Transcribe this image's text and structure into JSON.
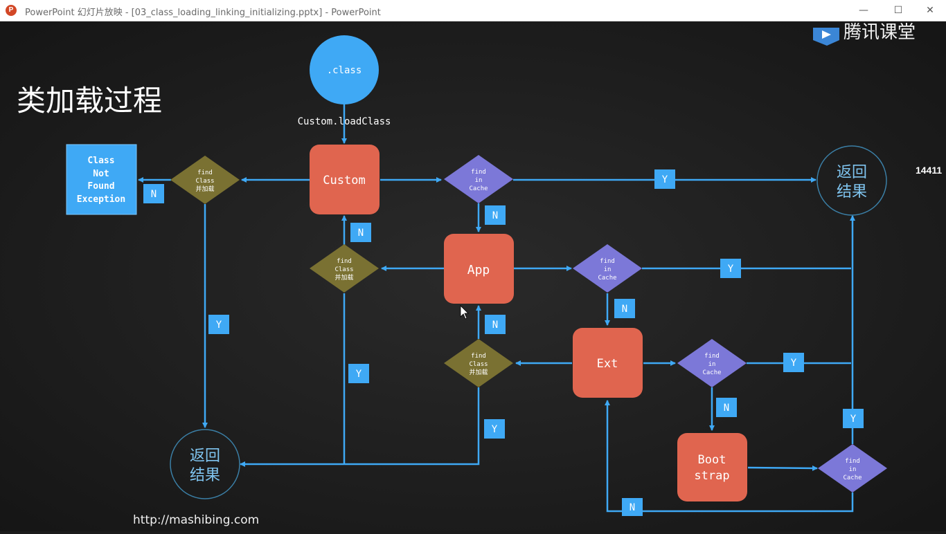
{
  "window": {
    "title": "PowerPoint 幻灯片放映 - [03_class_loading_linking_initializing.pptx] - PowerPoint",
    "app_icon": "powerpoint-icon",
    "minimize": "—",
    "maximize": "☐",
    "close": "✕"
  },
  "slide": {
    "title": "类加载过程",
    "brand": "腾讯课堂",
    "url": "http://mashibing.com",
    "side_number": "14411",
    "class_node": ".class",
    "entry_label": "Custom.loadClass",
    "not_found": [
      "Class",
      "Not",
      "Found",
      "Exception"
    ],
    "loaders": {
      "custom": "Custom",
      "app": "App",
      "ext": "Ext",
      "boot": [
        "Boot",
        "strap"
      ]
    },
    "find_cache": [
      "find",
      "in",
      "Cache"
    ],
    "find_class": [
      "find",
      "Class",
      "并加载"
    ],
    "return_result": [
      "返回",
      "结果"
    ],
    "yes": "Y",
    "no": "N"
  },
  "colors": {
    "loader_box": "#e0654f",
    "cache_diamond": "#7c78d8",
    "class_diamond": "#7a7132",
    "blue_node": "#3fa9f5",
    "arrow": "#3fa9f5"
  }
}
